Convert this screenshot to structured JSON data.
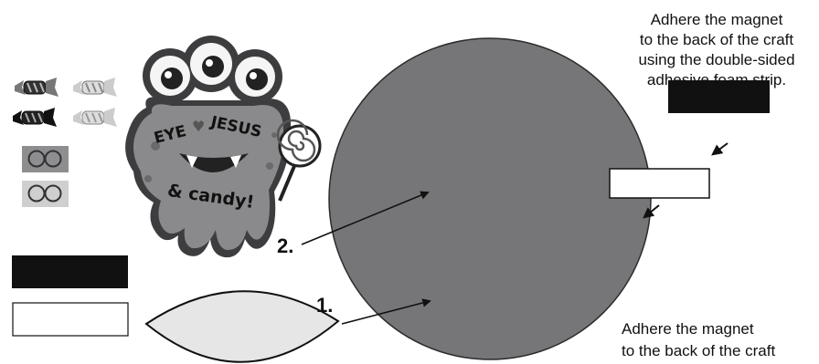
{
  "instructions": {
    "top": "Adhere the magnet\nto the back of the craft\nusing the double-sided\nadhesive foam strip.",
    "bottom_line_1": "Adhere the magnet",
    "bottom_line_2": "to the back of the craft"
  },
  "steps": {
    "one": "1.",
    "two": "2."
  },
  "monster": {
    "line_1": "EYE",
    "heart": "♥",
    "line_2": "JESUS",
    "line_3": "& candy!"
  },
  "colors": {
    "circle": "#767678",
    "monster_body": "#8a8a8c",
    "monster_dark": "#3d3d3f",
    "lens": "#e6e6e6",
    "black_strip": "#111111"
  }
}
